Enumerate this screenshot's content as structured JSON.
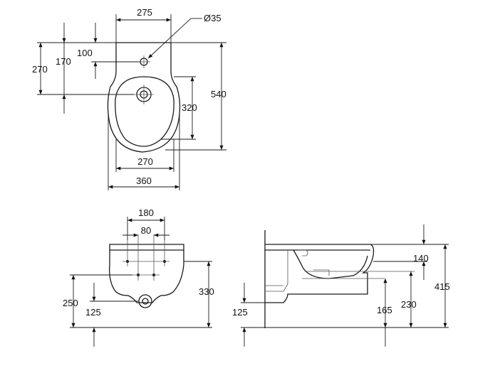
{
  "top_view": {
    "width_top": "275",
    "hole_diameter": "Ø35",
    "tap_offset": "100",
    "offset_170": "170",
    "offset_270": "270",
    "height_540": "540",
    "bowl_320": "320",
    "bowl_width_270": "270",
    "overall_width_360": "360"
  },
  "front_view": {
    "spacing_180": "180",
    "spacing_80": "80",
    "height_330": "330",
    "height_250": "250",
    "height_125": "125"
  },
  "side_view": {
    "depth_140": "140",
    "height_415": "415",
    "height_125": "125",
    "height_165": "165",
    "height_230": "230"
  }
}
